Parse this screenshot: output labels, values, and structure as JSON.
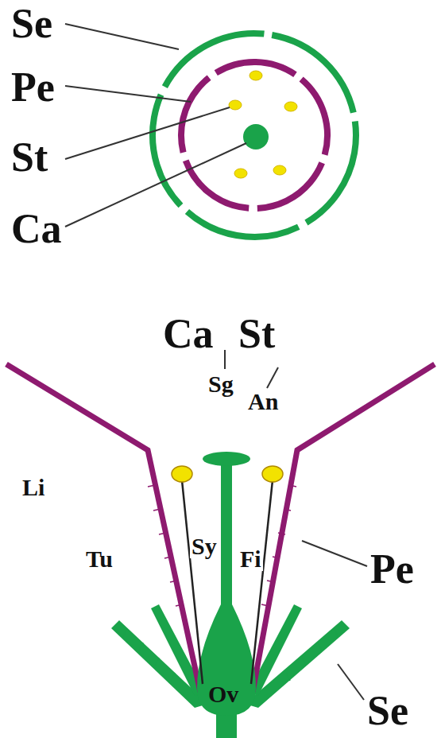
{
  "diagram": {
    "labels": [
      "Se",
      "Pe",
      "St",
      "Ca",
      "Ca",
      "St",
      "Sg",
      "An",
      "Li",
      "Tu",
      "Sy",
      "Fi",
      "Pe",
      "Ov",
      "Se"
    ]
  }
}
